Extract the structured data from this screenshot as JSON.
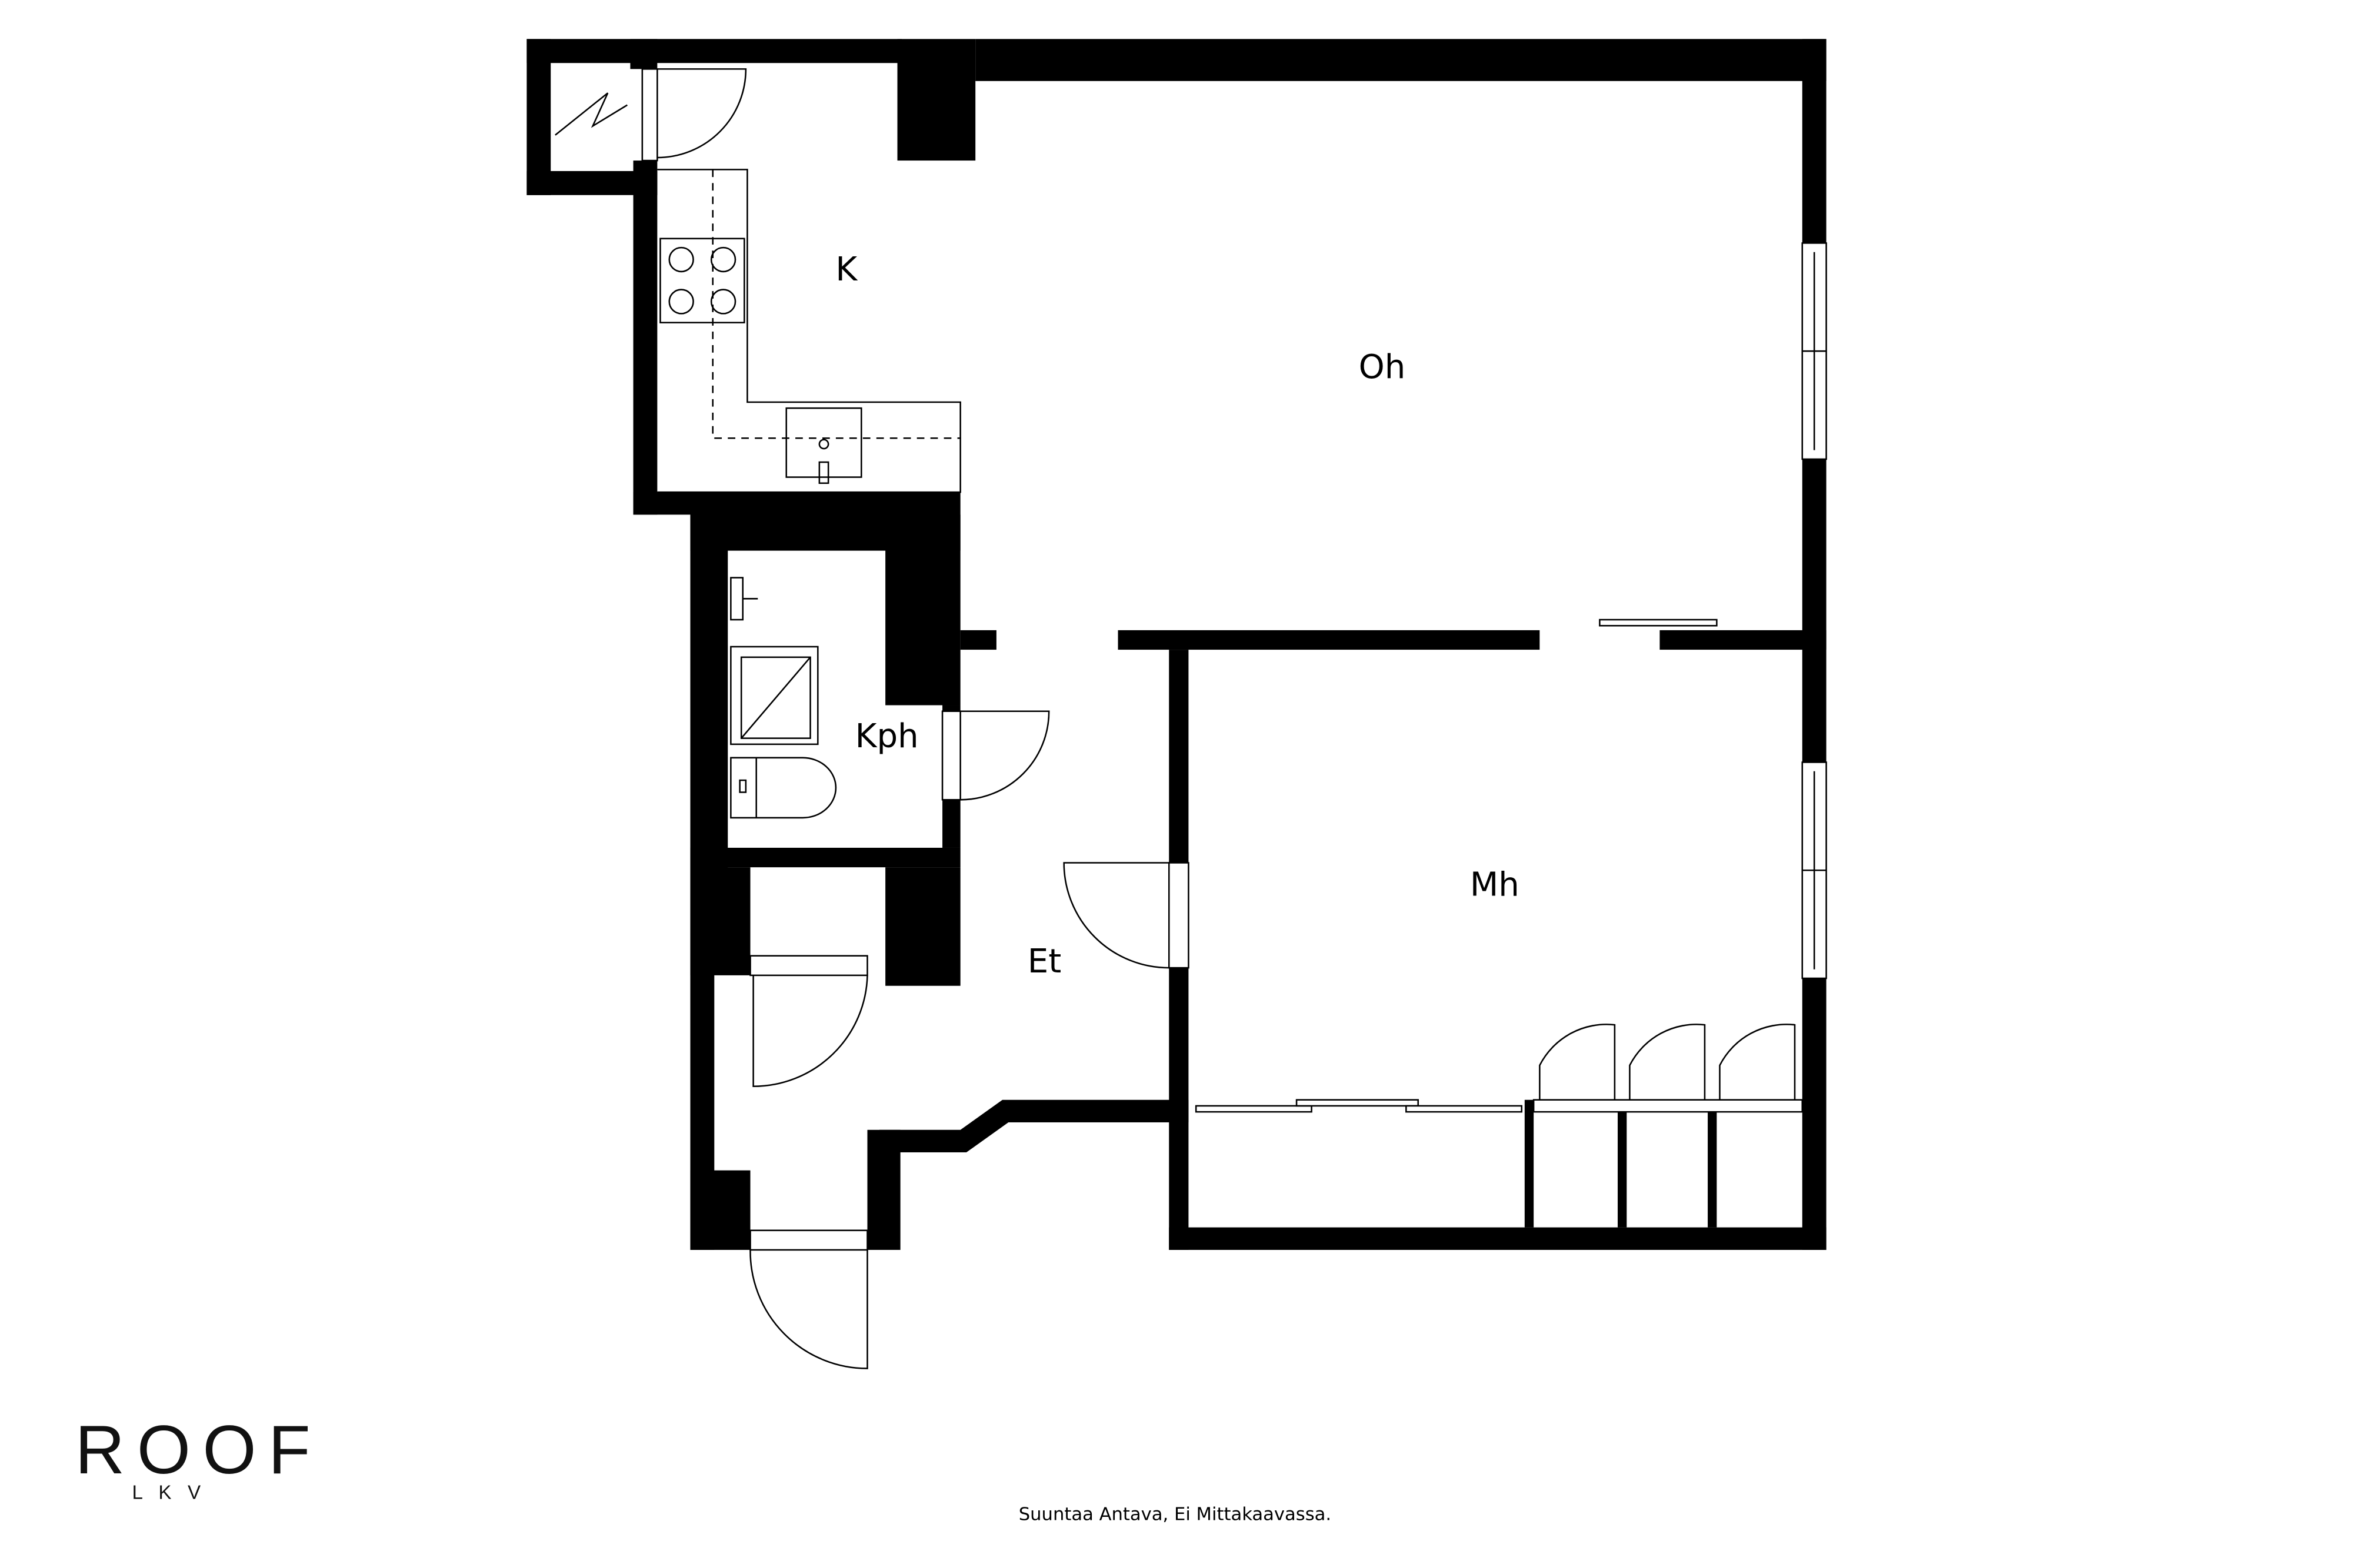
{
  "floorplan": {
    "rooms": {
      "kitchen": "K",
      "living_room": "Oh",
      "bathroom": "Kph",
      "hallway": "Et",
      "bedroom": "Mh"
    }
  },
  "logo": {
    "main": "ROOF",
    "sub": "L   K   V"
  },
  "footer": {
    "disclaimer": "Suuntaa Antava, Ei Mittakaavassa."
  }
}
